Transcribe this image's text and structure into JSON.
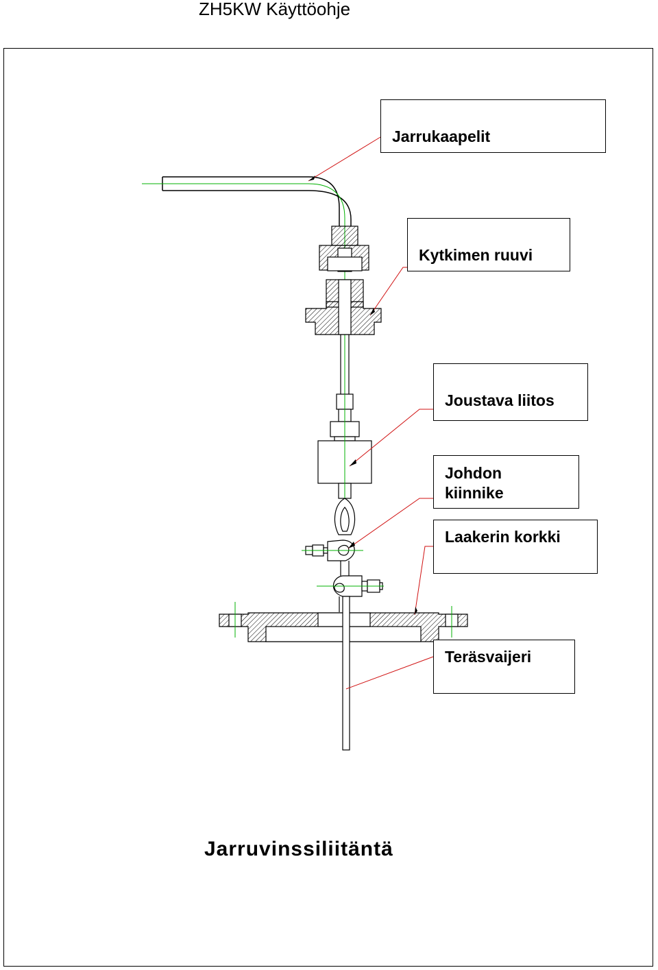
{
  "header": {
    "title": "ZH5KW Käyttöohje"
  },
  "labels": {
    "brake_cables": "Jarrukaapelit",
    "coupling_screw": "Kytkimen ruuvi",
    "flexible_joint": "Joustava liitos",
    "wire_clamp_line1": "Johdon",
    "wire_clamp_line2": "kiinnike",
    "bearing_cap": "Laakerin korkki",
    "steel_wire": "Teräsvaijeri"
  },
  "caption": "Jarruvinssiliitäntä",
  "colors": {
    "outline": "#000000",
    "centerline": "#00b000",
    "leader": "#d01010",
    "hatch": "#000000"
  }
}
